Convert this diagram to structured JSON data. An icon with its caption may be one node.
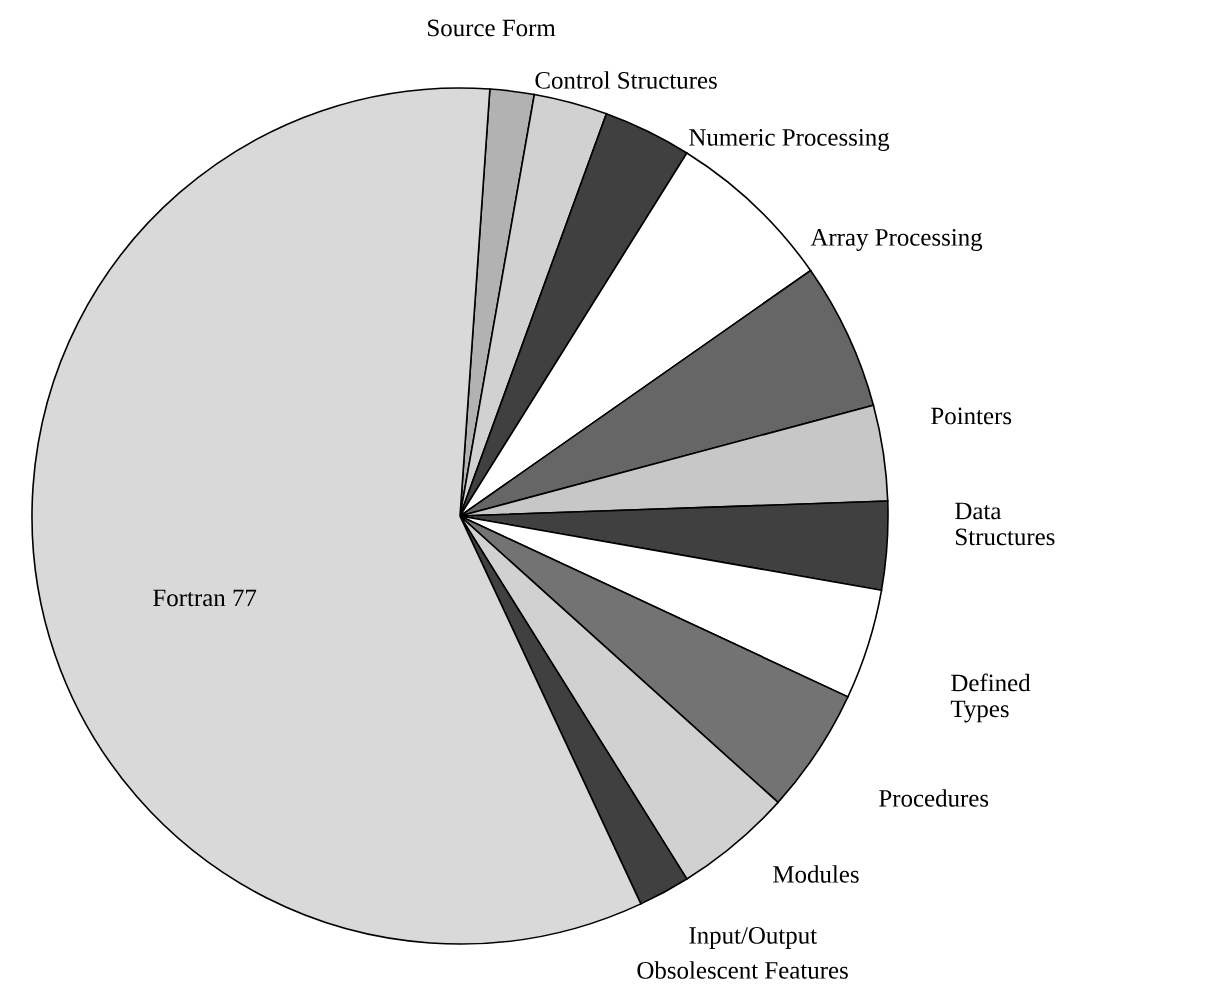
{
  "diagram": {
    "labels": [
      "Source Form",
      "Control Structures",
      "Numeric Processing",
      "Array Processing",
      "Pointers",
      "Data Structures",
      "Fortran 77",
      "Defined Types",
      "Procedures",
      "Modules",
      "Input/Output",
      "Obsolescent Features"
    ]
  }
}
